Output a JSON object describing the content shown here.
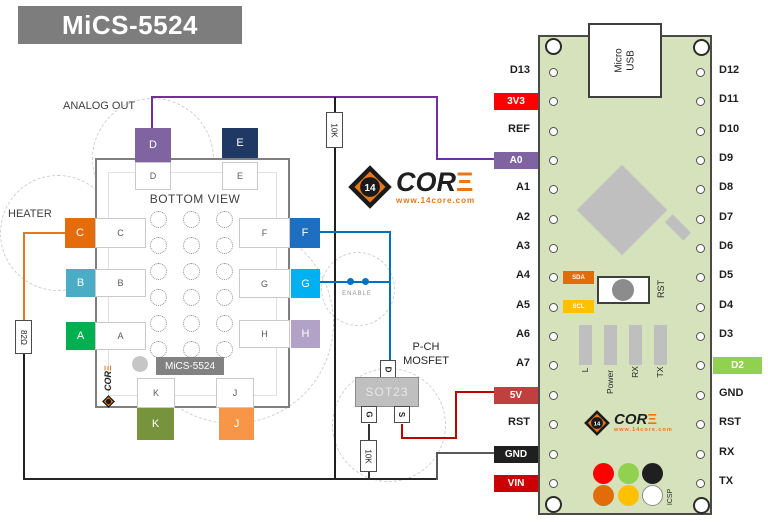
{
  "title": "MiCS-5524",
  "sensor": {
    "heading": "BOTTOM VIEW",
    "chip_label": "MiCS-5524",
    "analog_out_label": "ANALOG OUT",
    "heater_label": "HEATER",
    "pads": {
      "a": {
        "label": "A",
        "color": "#00b050"
      },
      "b": {
        "label": "B",
        "color": "#4bacc6"
      },
      "c": {
        "label": "C",
        "color": "#e46c0a"
      },
      "d": {
        "label": "D",
        "color": "#8064a2"
      },
      "e": {
        "label": "E",
        "color": "#1f3864"
      },
      "f": {
        "label": "F",
        "color": "#1f6fc0"
      },
      "g": {
        "label": "G",
        "color": "#00b0f0"
      },
      "h": {
        "label": "H",
        "color": "#b2a2c7"
      },
      "k": {
        "label": "K",
        "color": "#77933c"
      },
      "j": {
        "label": "J",
        "color": "#f79646"
      }
    }
  },
  "circuit": {
    "enable_label": "ENABLE",
    "mosfet_label": "P-CH MOSFET",
    "mosfet_package": "SOT23",
    "mosfet_pins": {
      "drain": "D",
      "gate": "G",
      "source": "S"
    },
    "resistor_heater": "82Ω",
    "resistor_load": "10K",
    "resistor_gate": "10K",
    "wire_colors": {
      "analog": "#7030a0",
      "heater": "#e8771a",
      "enable": "#0070c0",
      "source_5v": "#c00000",
      "ground": "#595959",
      "rail": "#262626"
    }
  },
  "board": {
    "usb_label": "Micro USB",
    "reset_label": "RST",
    "icsp_label": "ICSP",
    "sda_label": "SDA",
    "scl_label": "SCL",
    "sda_color": "#e36c0a",
    "scl_color": "#ffc000",
    "body_color": "#d6e2bb",
    "bar_labels": [
      "L",
      "Power",
      "RX",
      "TX"
    ],
    "left_pins": [
      {
        "label": "D13"
      },
      {
        "label": "3V3",
        "box_color": "#ff0000"
      },
      {
        "label": "REF"
      },
      {
        "label": "A0",
        "box_color": "#8064a2"
      },
      {
        "label": "A1"
      },
      {
        "label": "A2"
      },
      {
        "label": "A3"
      },
      {
        "label": "A4"
      },
      {
        "label": "A5"
      },
      {
        "label": "A6"
      },
      {
        "label": "A7"
      },
      {
        "label": "5V",
        "box_color": "#c0403f"
      },
      {
        "label": "RST"
      },
      {
        "label": "GND",
        "box_color": "#1f1f1f"
      },
      {
        "label": "VIN",
        "box_color": "#cc0000"
      }
    ],
    "right_pins": [
      {
        "label": "D12"
      },
      {
        "label": "D11"
      },
      {
        "label": "D10"
      },
      {
        "label": "D9"
      },
      {
        "label": "D8"
      },
      {
        "label": "D7"
      },
      {
        "label": "D6"
      },
      {
        "label": "D5"
      },
      {
        "label": "D4"
      },
      {
        "label": "D3"
      },
      {
        "label": "D2",
        "box_color": "#92d050"
      },
      {
        "label": "GND"
      },
      {
        "label": "RST"
      },
      {
        "label": "RX"
      },
      {
        "label": "TX"
      }
    ],
    "icsp_led_colors": [
      "#ff0000",
      "#92d050",
      "#1f1f1f",
      "#e36c0a",
      "#ffc000",
      "#ffffff"
    ]
  },
  "logo": {
    "core_text": "COR",
    "core_e": "Ξ",
    "badge": "14",
    "url": "www.14core.com"
  }
}
